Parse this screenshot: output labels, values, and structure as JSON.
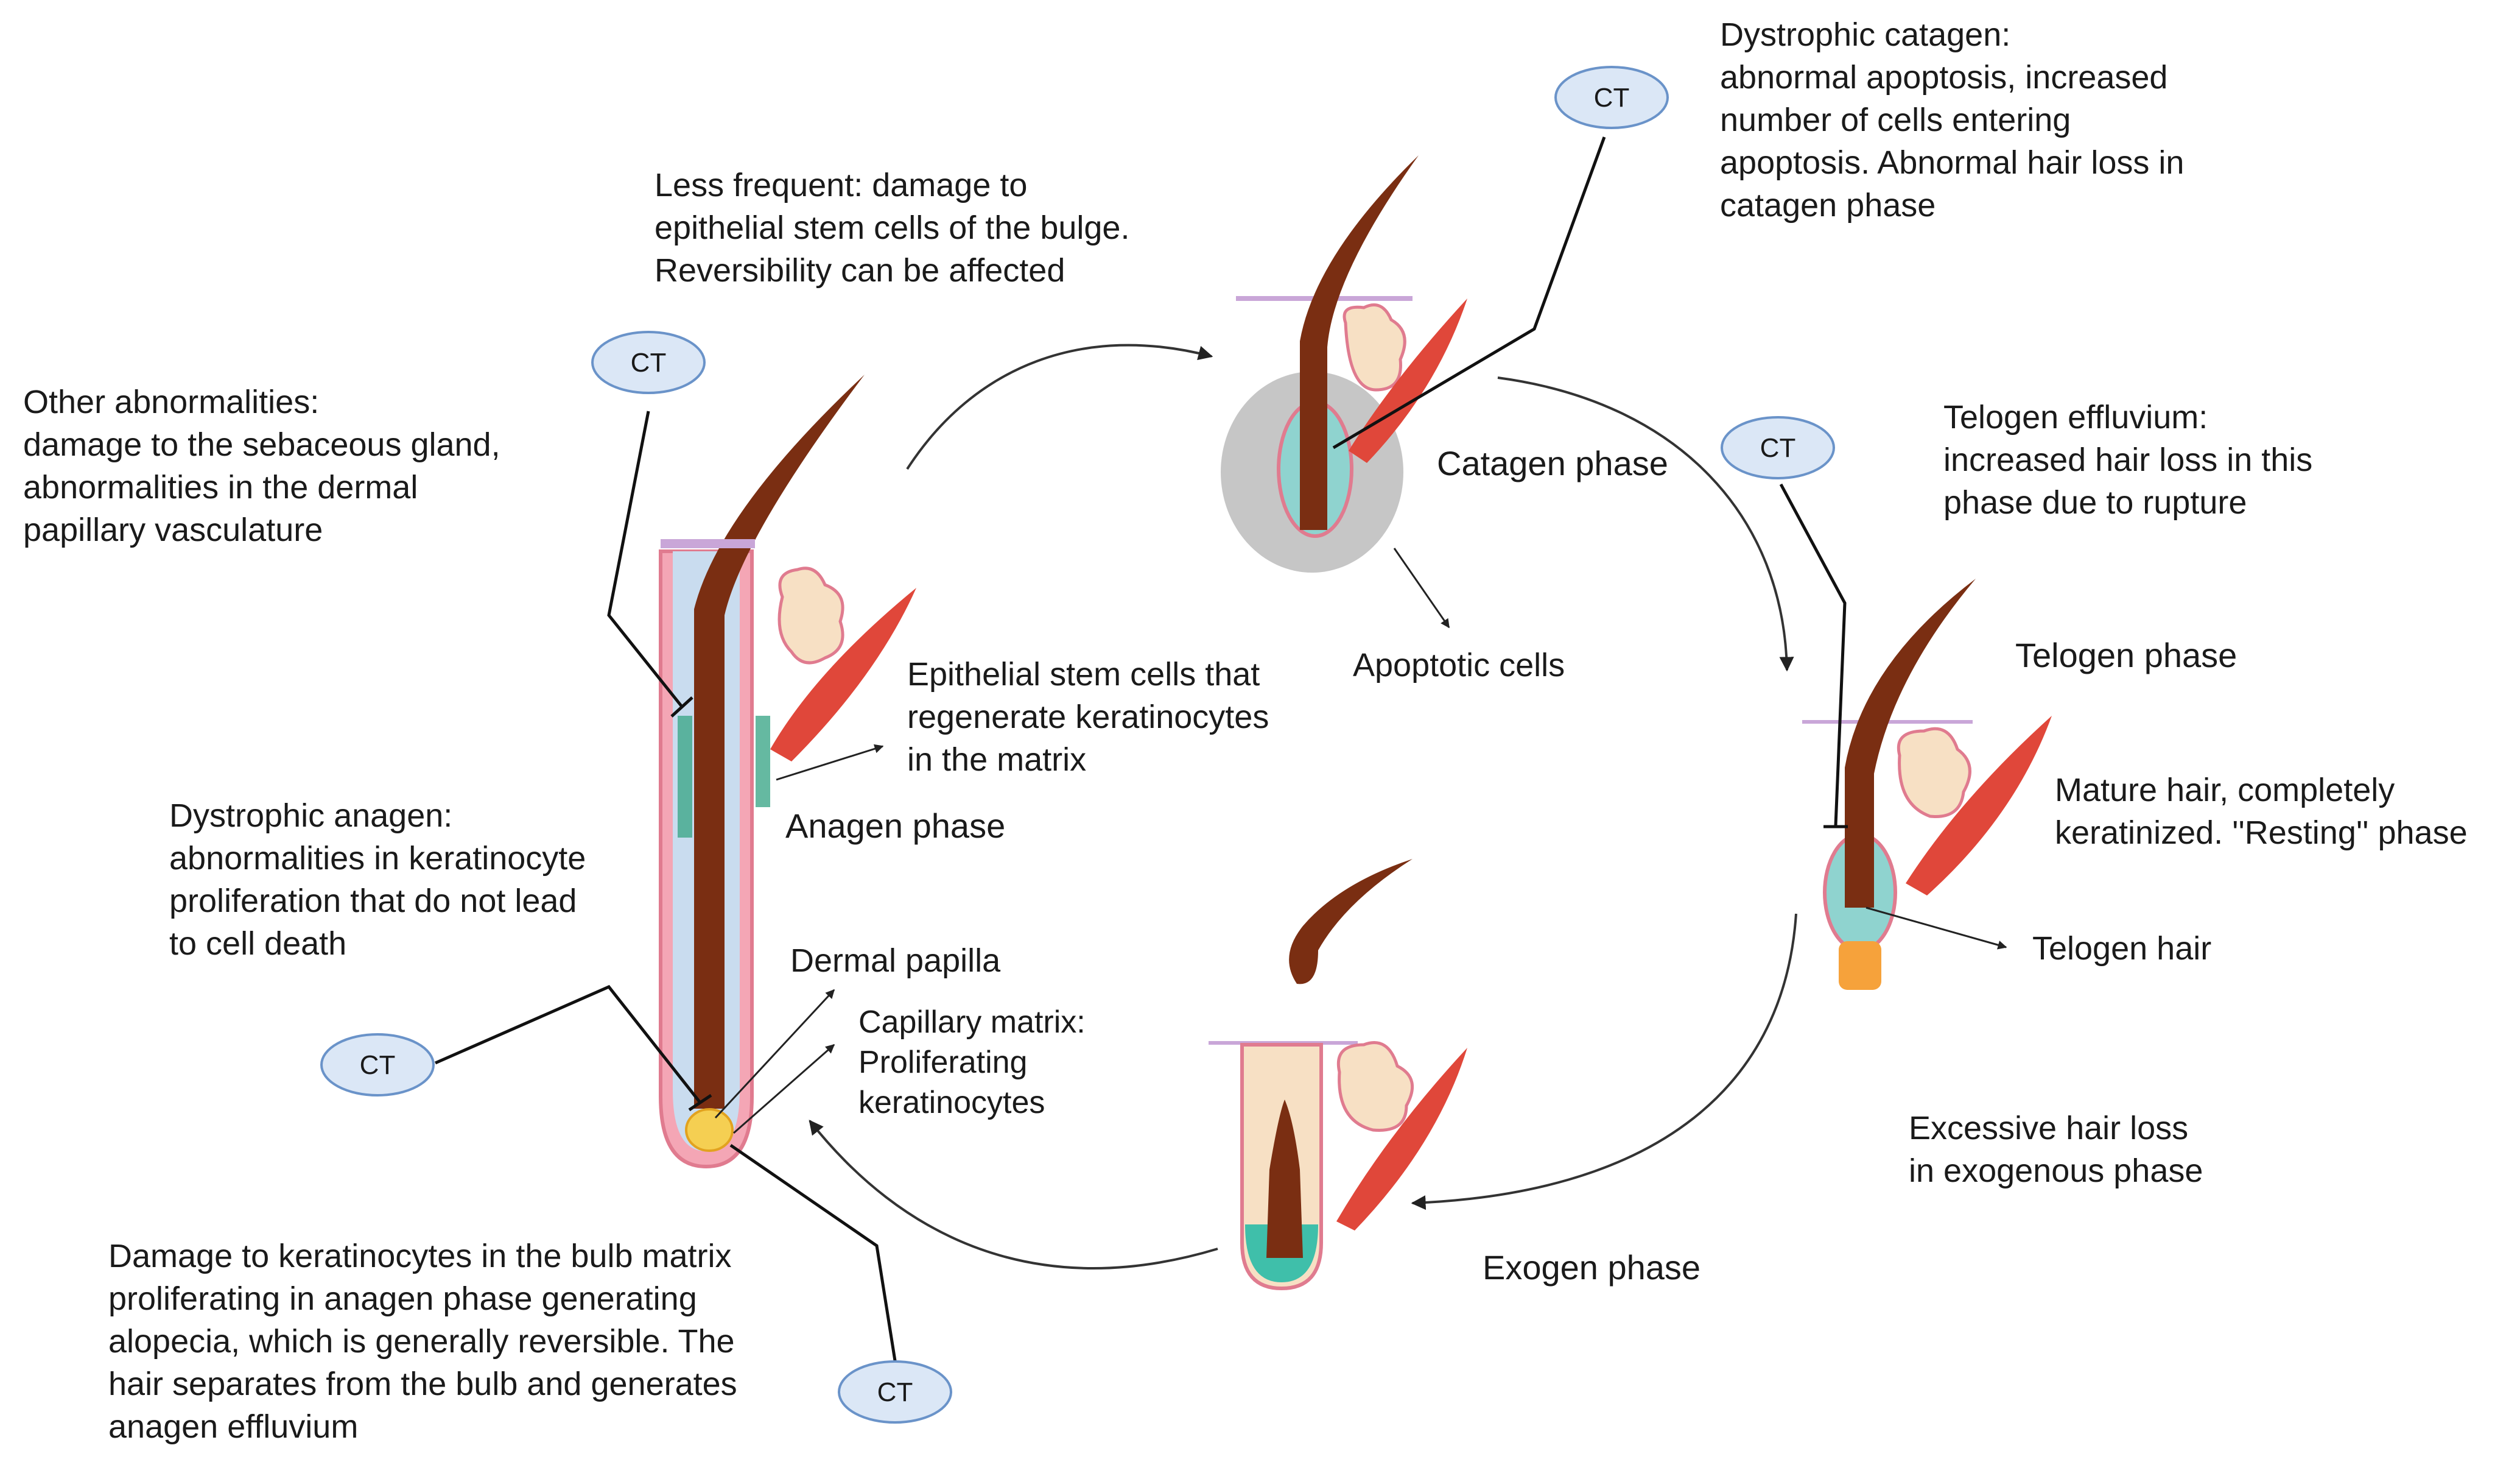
{
  "ct_label": "CT",
  "phases": {
    "anagen": "Anagen phase",
    "catagen": "Catagen phase",
    "telogen": "Telogen phase",
    "exogen": "Exogen phase"
  },
  "annotations": {
    "other_abnormalities": [
      "Other abnormalities:",
      "damage to the sebaceous gland,",
      "abnormalities in the dermal",
      "papillary vasculature"
    ],
    "less_frequent": [
      "Less frequent: damage to",
      "epithelial stem cells of the bulge.",
      "Reversibility can be affected"
    ],
    "dystrophic_catagen": [
      "Dystrophic catagen:",
      "abnormal apoptosis, increased",
      "number of cells entering",
      "apoptosis. Abnormal hair loss in",
      "catagen phase"
    ],
    "telogen_effluvium": [
      "Telogen effluvium:",
      "increased hair loss in this",
      "phase due to rupture"
    ],
    "stem_cells": [
      "Epithelial stem cells that",
      "regenerate keratinocytes",
      "in the matrix"
    ],
    "apoptotic_cells": [
      "Apoptotic cells"
    ],
    "dystrophic_anagen": [
      "Dystrophic anagen:",
      "abnormalities in keratinocyte",
      "proliferation that do not lead",
      "to cell death"
    ],
    "dermal_papilla": [
      "Dermal papilla"
    ],
    "capillary_matrix": [
      "Capillary matrix:",
      "Proliferating",
      "keratinocytes"
    ],
    "mature_hair": [
      "Mature hair, completely",
      "keratinized. ''Resting'' phase"
    ],
    "telogen_hair": [
      "Telogen hair"
    ],
    "excessive_loss": [
      "Excessive hair loss",
      "in exogenous phase"
    ],
    "damage_bulb": [
      "Damage to keratinocytes in the bulb matrix",
      "proliferating in anagen phase generating",
      "alopecia, which is generally reversible. The",
      "hair separates from the bulb and generates",
      "anagen effluvium"
    ]
  }
}
